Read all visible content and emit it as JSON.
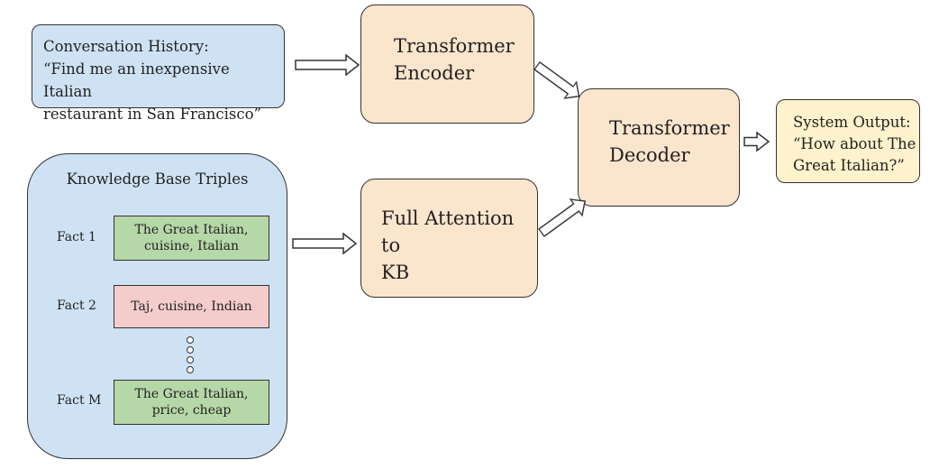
{
  "conversation": {
    "line1": "Conversation History:",
    "line2": "“Find me an inexpensive Italian",
    "line3": "restaurant in San Francisco”"
  },
  "knowledge_base": {
    "title": "Knowledge Base Triples",
    "facts": [
      {
        "label": "Fact 1",
        "line1": "The Great Italian,",
        "line2": "cuisine, Italian",
        "color": "#b6d7a8"
      },
      {
        "label": "Fact 2",
        "line1": "Taj, cuisine, Indian",
        "line2": "",
        "color": "#f4cccc"
      },
      {
        "label": "Fact M",
        "line1": "The Great Italian,",
        "line2": "price, cheap",
        "color": "#b6d7a8"
      }
    ]
  },
  "encoder": {
    "line1": "Transformer",
    "line2": "Encoder"
  },
  "attention": {
    "line1": "Full Attention to",
    "line2": "KB"
  },
  "decoder": {
    "line1": "Transformer",
    "line2": "Decoder"
  },
  "output": {
    "line1": "System Output:",
    "line2": "“How about The",
    "line3": "Great Italian?”"
  },
  "colors": {
    "blue": "#cfe2f3",
    "orange": "#fce5cd",
    "yellow": "#fff2cc",
    "green": "#b6d7a8",
    "red": "#f4cccc"
  }
}
